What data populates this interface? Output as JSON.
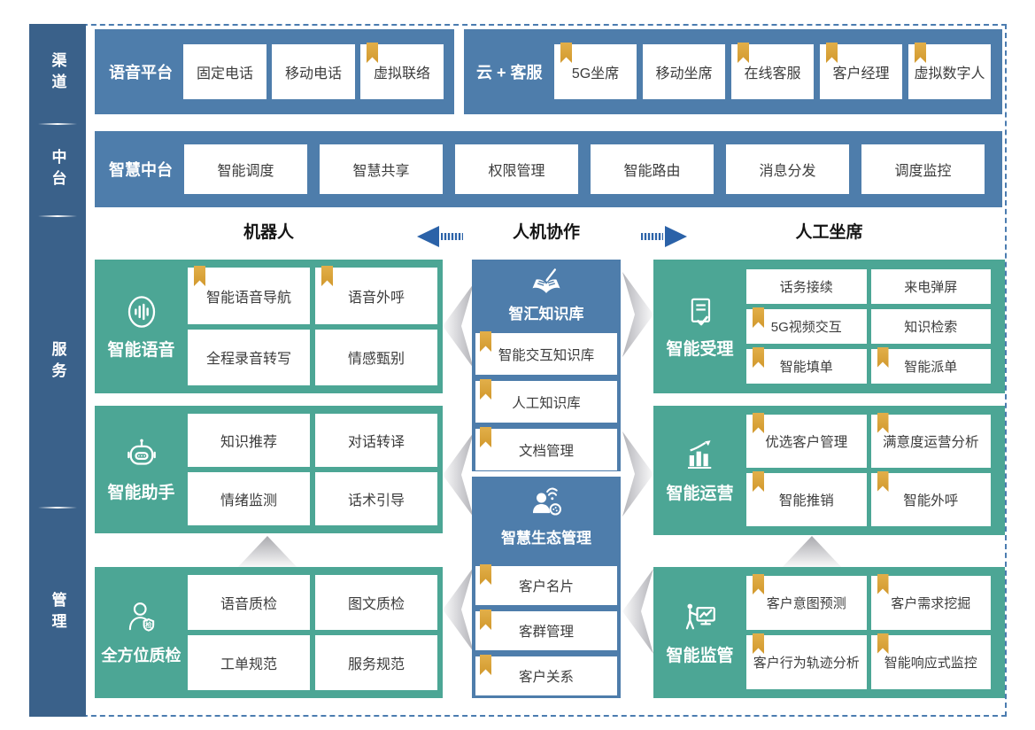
{
  "sidebar": {
    "sections": [
      {
        "label": "渠道"
      },
      {
        "label": "中台"
      },
      {
        "label": "服务"
      },
      {
        "label": "管理"
      }
    ]
  },
  "channel_row": {
    "panels": [
      {
        "label": "语音平台",
        "items": [
          {
            "text": "固定电话",
            "bookmark": false
          },
          {
            "text": "移动电话",
            "bookmark": false
          },
          {
            "text": "虚拟联络",
            "bookmark": true
          }
        ]
      },
      {
        "label": "云 + 客服",
        "items": [
          {
            "text": "5G坐席",
            "bookmark": true
          },
          {
            "text": "移动坐席",
            "bookmark": false
          },
          {
            "text": "在线客服",
            "bookmark": true
          },
          {
            "text": "客户经理",
            "bookmark": true
          },
          {
            "text": "虚拟数字人",
            "bookmark": true
          }
        ]
      }
    ]
  },
  "mid_platform_row": {
    "label": "智慧中台",
    "items": [
      "智能调度",
      "智慧共享",
      "权限管理",
      "智能路由",
      "消息分发",
      "调度监控"
    ]
  },
  "collaboration_header": {
    "left": "机器人",
    "center": "人机协作",
    "right": "人工坐席"
  },
  "left_column": {
    "groups": [
      {
        "icon": "voice-icon",
        "label": "智能语音",
        "items": [
          {
            "text": "智能语音导航",
            "bookmark": true
          },
          {
            "text": "语音外呼",
            "bookmark": true
          },
          {
            "text": "全程录音转写",
            "bookmark": false
          },
          {
            "text": "情感甄别",
            "bookmark": false
          }
        ]
      },
      {
        "icon": "robot-icon",
        "label": "智能助手",
        "items": [
          {
            "text": "知识推荐",
            "bookmark": false
          },
          {
            "text": "对话转译",
            "bookmark": false
          },
          {
            "text": "情绪监测",
            "bookmark": false
          },
          {
            "text": "话术引导",
            "bookmark": false
          }
        ]
      },
      {
        "icon": "quality-inspector-icon",
        "label": "全方位质检",
        "items": [
          {
            "text": "语音质检",
            "bookmark": false
          },
          {
            "text": "图文质检",
            "bookmark": false
          },
          {
            "text": "工单规范",
            "bookmark": false
          },
          {
            "text": "服务规范",
            "bookmark": false
          }
        ]
      }
    ]
  },
  "middle_column": {
    "panels": [
      {
        "icon": "knowledge-book-icon",
        "label": "智汇知识库",
        "items": [
          {
            "text": "智能交互知识库",
            "bookmark": true
          },
          {
            "text": "人工知识库",
            "bookmark": true
          },
          {
            "text": "文档管理",
            "bookmark": true
          }
        ]
      },
      {
        "icon": "ecosystem-person-icon",
        "label": "智慧生态管理",
        "items": [
          {
            "text": "客户名片",
            "bookmark": true
          },
          {
            "text": "客群管理",
            "bookmark": true
          },
          {
            "text": "客户关系",
            "bookmark": true
          }
        ]
      }
    ]
  },
  "right_column": {
    "groups": [
      {
        "icon": "document-check-icon",
        "label": "智能受理",
        "items": [
          {
            "text": "话务接续",
            "bookmark": false
          },
          {
            "text": "来电弹屏",
            "bookmark": false
          },
          {
            "text": "5G视频交互",
            "bookmark": true
          },
          {
            "text": "知识检索",
            "bookmark": false
          },
          {
            "text": "智能填单",
            "bookmark": true
          },
          {
            "text": "智能派单",
            "bookmark": true
          }
        ]
      },
      {
        "icon": "chart-growth-icon",
        "label": "智能运营",
        "items": [
          {
            "text": "优选客户管理",
            "bookmark": true
          },
          {
            "text": "满意度运营分析",
            "bookmark": true
          },
          {
            "text": "智能推销",
            "bookmark": true
          },
          {
            "text": "智能外呼",
            "bookmark": true
          }
        ]
      },
      {
        "icon": "supervision-presenter-icon",
        "label": "智能监管",
        "items": [
          {
            "text": "客户意图预测",
            "bookmark": true
          },
          {
            "text": "客户需求挖掘",
            "bookmark": true
          },
          {
            "text": "客户行为轨迹分析",
            "bookmark": true
          },
          {
            "text": "智能响应式监控",
            "bookmark": true
          }
        ]
      }
    ]
  },
  "colors": {
    "panel_blue": "#4e7dab",
    "sidebar_blue": "#3a618a",
    "teal": "#4ca695",
    "bookmark_gold": "#d9a43c",
    "arrow_blue": "#2b62a8",
    "dashed_border": "#4b7cb0"
  }
}
